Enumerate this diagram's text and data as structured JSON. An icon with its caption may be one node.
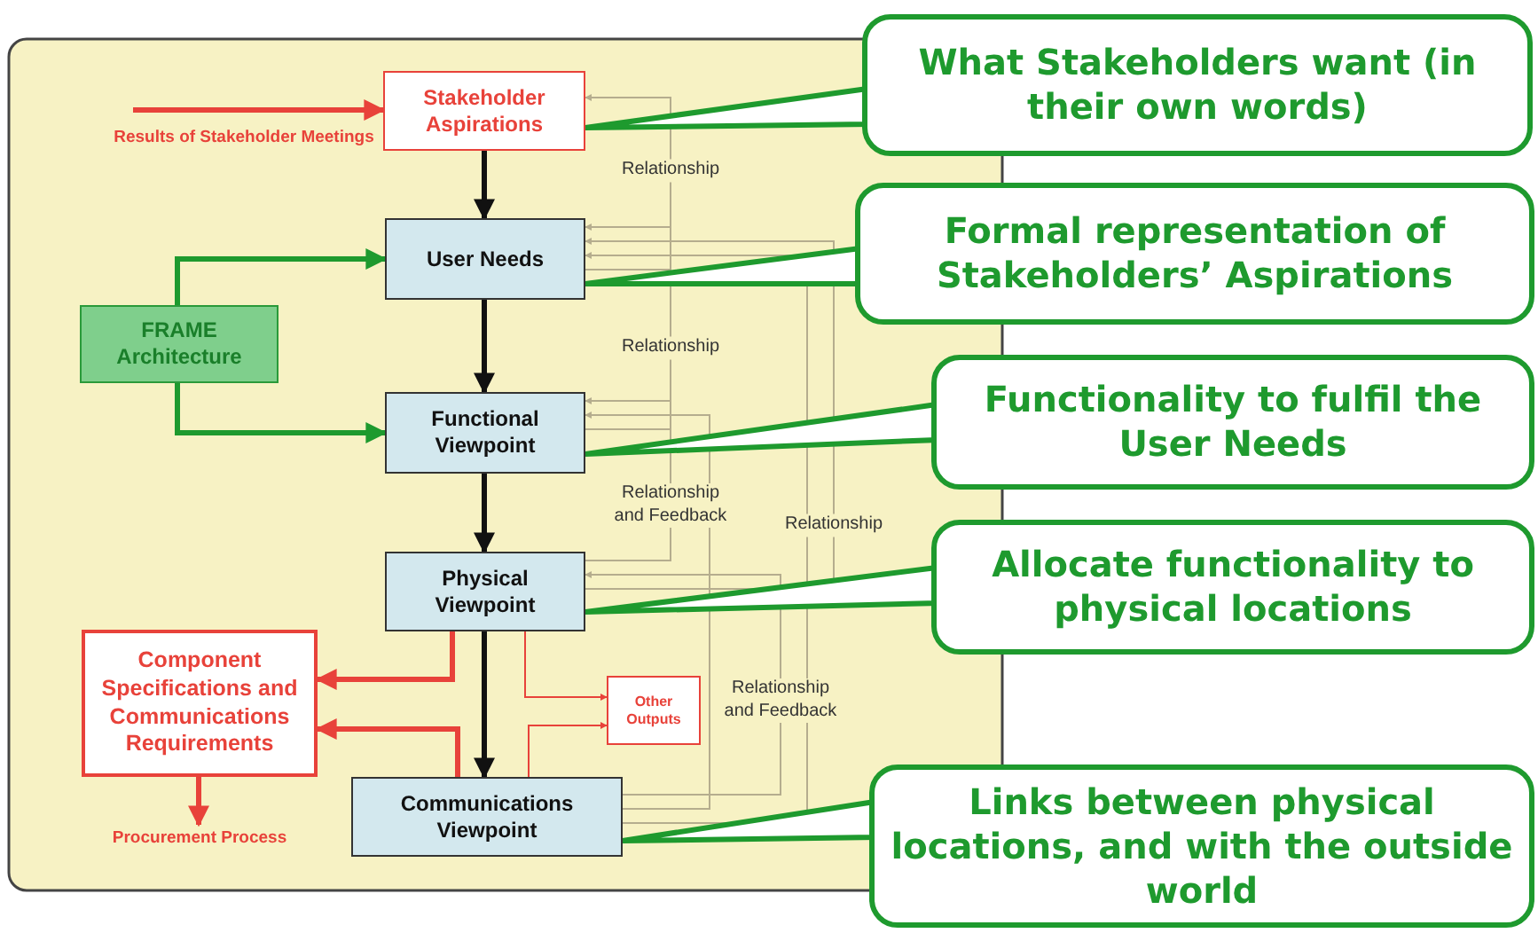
{
  "diagram": {
    "nodes": [
      {
        "text": [
          "Stakeholder Aspirations"
        ]
      },
      {
        "text": [
          "User Needs"
        ]
      },
      {
        "text": [
          "Functional Viewpoint"
        ]
      },
      {
        "text": [
          "Physical Viewpoint"
        ]
      },
      {
        "text": [
          "Communications Viewpoint"
        ]
      },
      {
        "text": [
          "FRAME Architecture"
        ]
      },
      {
        "text": [
          "Component Specifications and Communications Requirements"
        ]
      },
      {
        "text": [
          "Other Outputs"
        ]
      },
      {
        "text": [
          "Procurement Process"
        ]
      },
      {
        "text": [
          "Results of Stakeholder Meetings"
        ]
      },
      {
        "text": [
          "What Stakeholders want (in their own words)"
        ]
      },
      {
        "text": [
          "Formal representation of Stakeholders’ Aspirations"
        ]
      },
      {
        "text": [
          "Functionality to fulfil the User Needs"
        ]
      },
      {
        "text": [
          "Allocate functionality to physical locations"
        ]
      },
      {
        "text": [
          "Links between physical locations, and with the outside world"
        ]
      }
    ],
    "edges": [
      {
        "from": 9,
        "to": 0,
        "arrow": "to",
        "color": "#e8423a"
      },
      {
        "from": 0,
        "to": 1,
        "arrow": "to",
        "color": "#111111"
      },
      {
        "from": 1,
        "to": 2,
        "arrow": "to",
        "color": "#111111"
      },
      {
        "from": 2,
        "to": 3,
        "arrow": "to",
        "color": "#111111"
      },
      {
        "from": 3,
        "to": 4,
        "arrow": "to",
        "color": "#111111"
      },
      {
        "from": 5,
        "to": 1,
        "arrow": "to",
        "color": "#1e9a2e"
      },
      {
        "from": 5,
        "to": 2,
        "arrow": "to",
        "color": "#1e9a2e"
      },
      {
        "from": 3,
        "to": 6,
        "arrow": "to",
        "color": "#e8423a"
      },
      {
        "from": 4,
        "to": 6,
        "arrow": "to",
        "color": "#e8423a"
      },
      {
        "from": 6,
        "to": 8,
        "arrow": "to",
        "color": "#e8423a"
      },
      {
        "from": 3,
        "to": 7,
        "arrow": "to",
        "color": "#e8423a"
      },
      {
        "from": 4,
        "to": 7,
        "arrow": "to",
        "color": "#e8423a"
      },
      {
        "from": 1,
        "to": 0,
        "arrow": "to",
        "label": "Relationship",
        "color": "#b5ad8e"
      },
      {
        "from": 2,
        "to": 1,
        "arrow": "to",
        "label": "Relationship",
        "color": "#b5ad8e"
      },
      {
        "from": 3,
        "to": 2,
        "arrow": "to",
        "label": "Relationship and Feedback",
        "color": "#b5ad8e"
      },
      {
        "from": 4,
        "to": 3,
        "arrow": "to",
        "label": "Relationship and Feedback",
        "color": "#b5ad8e"
      },
      {
        "from": 3,
        "to": 1,
        "arrow": "to",
        "label": "Relationship",
        "color": "#b5ad8e"
      },
      {
        "from": 4,
        "to": 2,
        "arrow": "to",
        "color": "#b5ad8e"
      },
      {
        "from": 4,
        "to": 1,
        "arrow": "to",
        "color": "#b5ad8e"
      },
      {
        "from": 10,
        "to": 0,
        "arrow": "none",
        "color": "#1e9a2e"
      },
      {
        "from": 11,
        "to": 1,
        "arrow": "none",
        "color": "#1e9a2e"
      },
      {
        "from": 12,
        "to": 2,
        "arrow": "none",
        "color": "#1e9a2e"
      },
      {
        "from": 13,
        "to": 3,
        "arrow": "none",
        "color": "#1e9a2e"
      },
      {
        "from": 14,
        "to": 4,
        "arrow": "none",
        "color": "#1e9a2e"
      }
    ]
  }
}
